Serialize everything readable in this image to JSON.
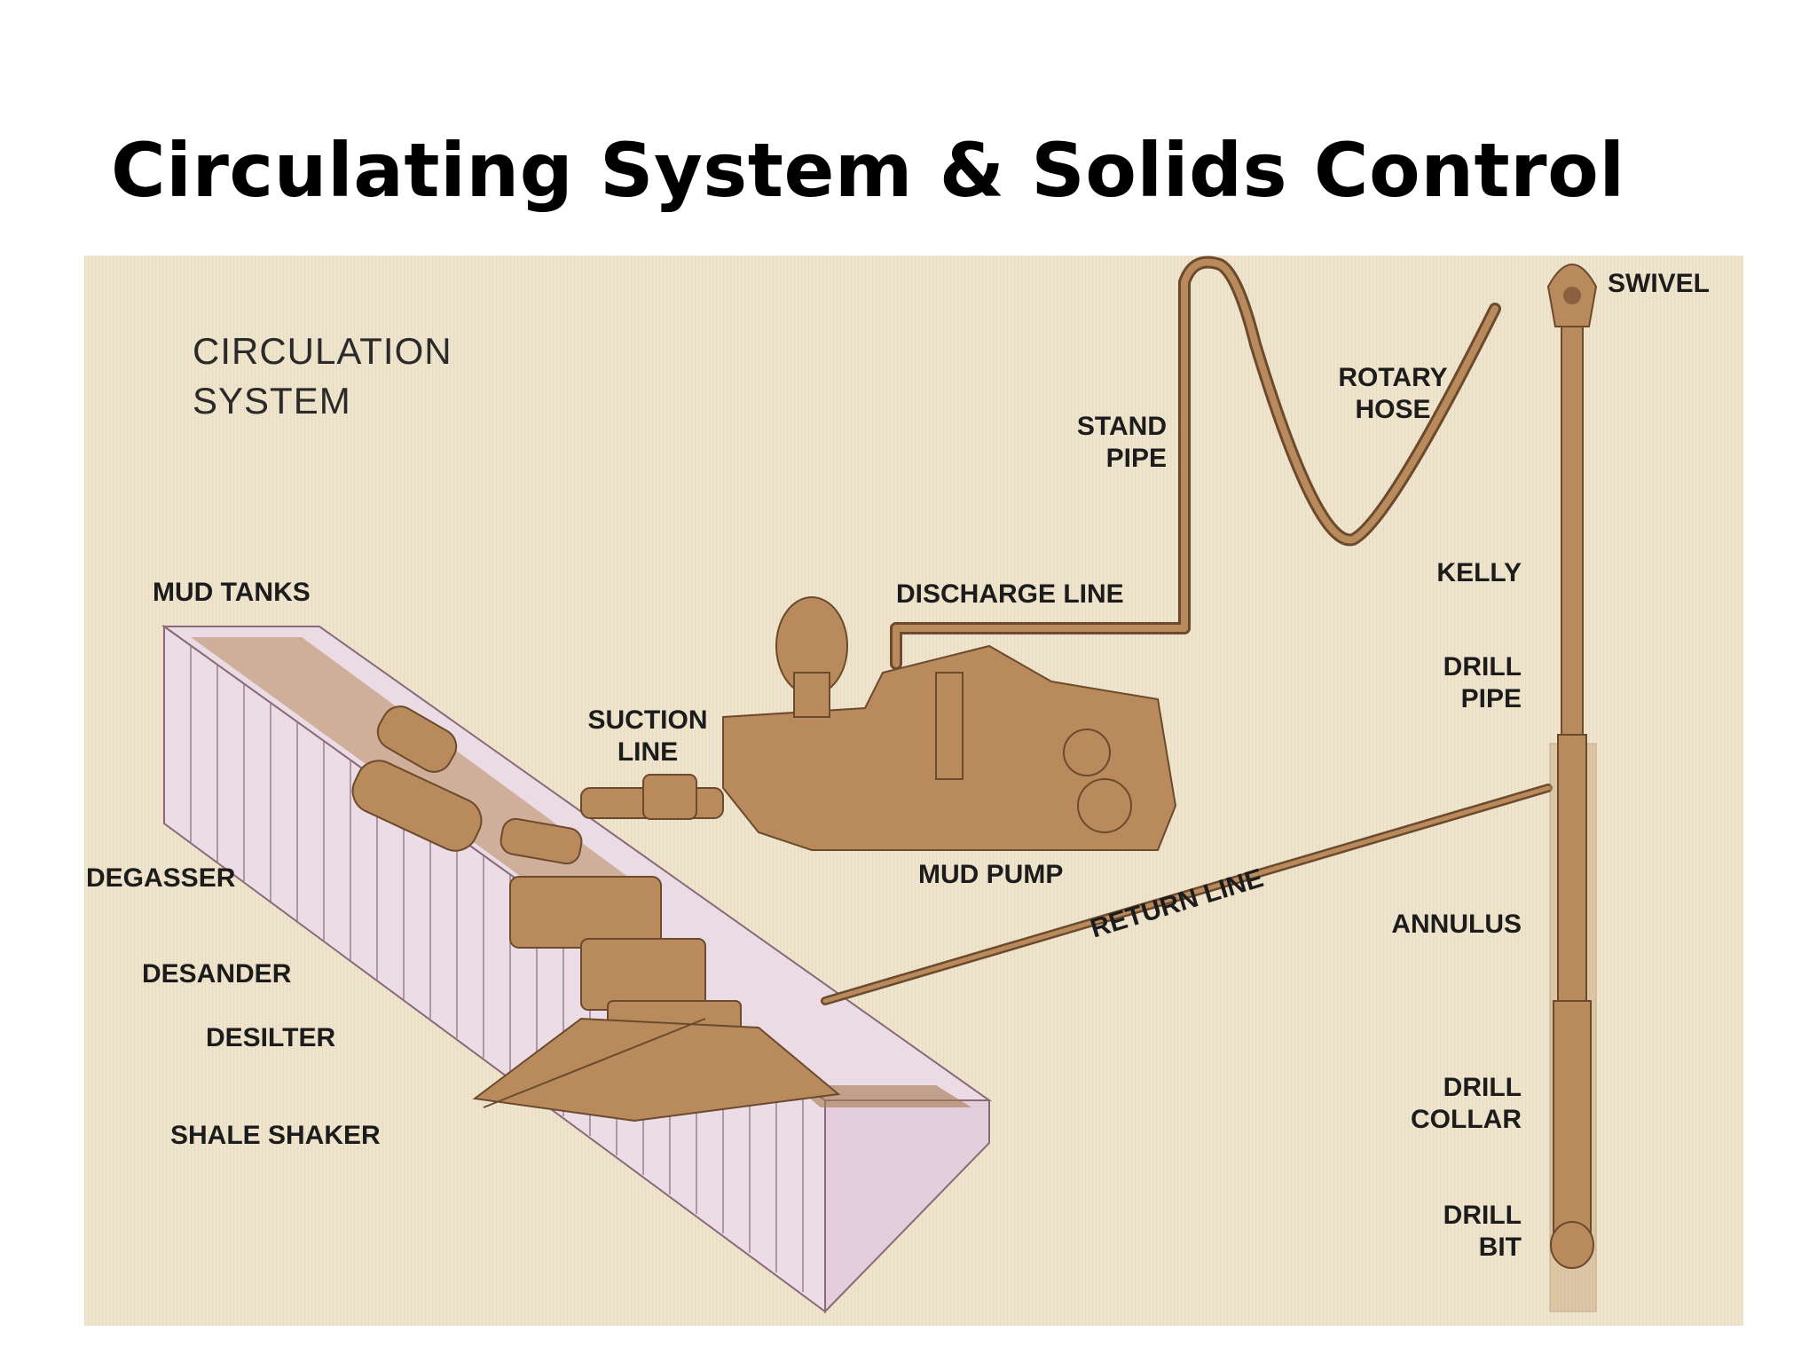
{
  "slide": {
    "title": "Circulating System & Solids Control"
  },
  "figure": {
    "heading_line1": "CIRCULATION",
    "heading_line2": "SYSTEM",
    "labels": {
      "swivel": "SWIVEL",
      "rotary_hose_1": "ROTARY",
      "rotary_hose_2": "HOSE",
      "stand_pipe_1": "STAND",
      "stand_pipe_2": "PIPE",
      "kelly": "KELLY",
      "discharge_line": "DISCHARGE LINE",
      "drill_pipe_1": "DRILL",
      "drill_pipe_2": "PIPE",
      "mud_tanks": "MUD TANKS",
      "suction_line_1": "SUCTION",
      "suction_line_2": "LINE",
      "degasser": "DEGASSER",
      "mud_pump": "MUD PUMP",
      "return_line": "RETURN LINE",
      "annulus": "ANNULUS",
      "desander": "DESANDER",
      "desilter": "DESILTER",
      "shale_shaker": "SHALE SHAKER",
      "drill_collar_1": "DRILL",
      "drill_collar_2": "COLLAR",
      "drill_bit_1": "DRILL",
      "drill_bit_2": "BIT"
    },
    "colors": {
      "background": "#efe4cc",
      "equipment": "#b98a5c",
      "equipment_dark": "#6b4a2e",
      "tank": "#ecdce6",
      "tank_line": "#8a6a7a"
    }
  }
}
